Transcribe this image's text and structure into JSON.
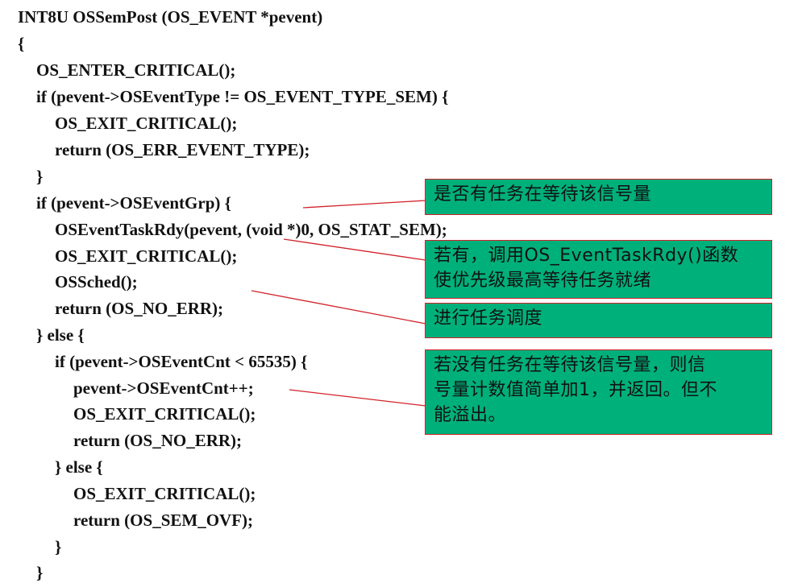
{
  "code": {
    "lines": [
      "INT8U OSSemPost (OS_EVENT *pevent)",
      "{",
      "OS_ENTER_CRITICAL();",
      "if (pevent->OSEventType != OS_EVENT_TYPE_SEM) {",
      "OS_EXIT_CRITICAL();",
      "return (OS_ERR_EVENT_TYPE);",
      "}",
      "if (pevent->OSEventGrp) {",
      "OSEventTaskRdy(pevent, (void *)0, OS_STAT_SEM);",
      "OS_EXIT_CRITICAL();",
      "OSSched();",
      "return (OS_NO_ERR);",
      "} else {",
      "if (pevent->OSEventCnt < 65535) {",
      "pevent->OSEventCnt++;",
      "OS_EXIT_CRITICAL();",
      "return (OS_NO_ERR);",
      "} else {",
      "OS_EXIT_CRITICAL();",
      "return (OS_SEM_OVF);",
      "}",
      "}"
    ]
  },
  "callouts": [
    {
      "id": "check-waiting",
      "text": "是否有任务在等待该信号量"
    },
    {
      "id": "make-ready",
      "lines": [
        "若有，调用OS_EventTaskRdy()函数",
        "使优先级最高等待任务就绪"
      ]
    },
    {
      "id": "schedule",
      "text": "进行任务调度"
    },
    {
      "id": "increment",
      "lines": [
        "若没有任务在等待该信号量，则信",
        "号量计数值简单加1，并返回。但不",
        "能溢出。"
      ]
    }
  ],
  "colors": {
    "callout_fill": "#00b07a",
    "callout_border": "#d1222a",
    "connector": "#d1222a",
    "code_text": "#111111"
  }
}
